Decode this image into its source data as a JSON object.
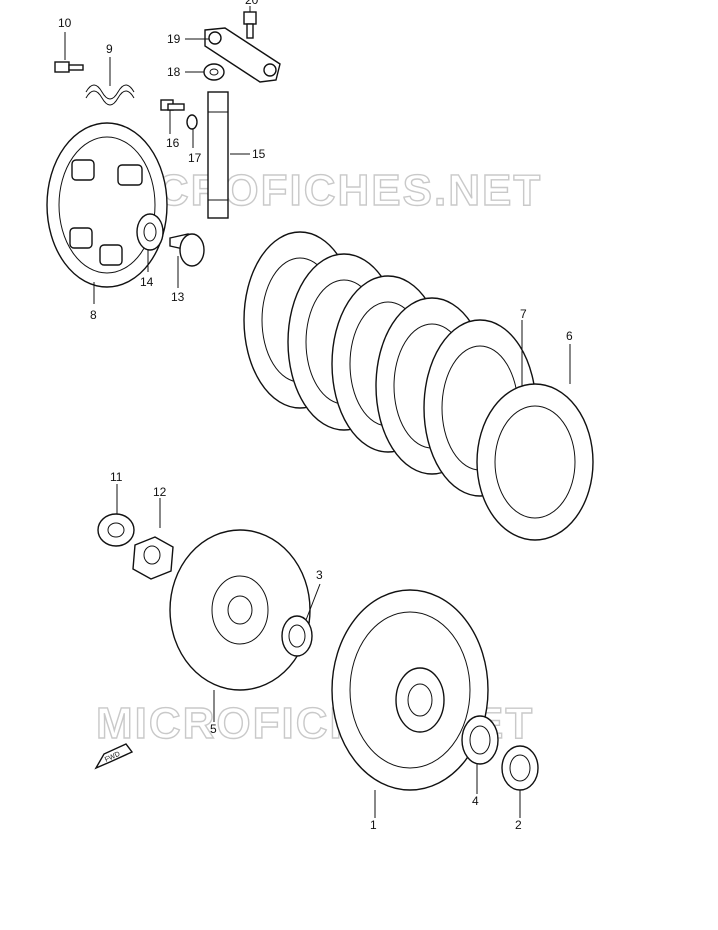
{
  "watermark": "MICROFICHES.NET",
  "fwd_badge": "FWD",
  "callouts": {
    "c1": "1",
    "c2": "2",
    "c3": "3",
    "c4": "4",
    "c5": "5",
    "c6": "6",
    "c7": "7",
    "c8": "8",
    "c9": "9",
    "c10": "10",
    "c11": "11",
    "c12": "12",
    "c13": "13",
    "c14": "14",
    "c15": "15",
    "c16": "16",
    "c17": "17",
    "c18": "18",
    "c19": "19",
    "c20": "20"
  }
}
